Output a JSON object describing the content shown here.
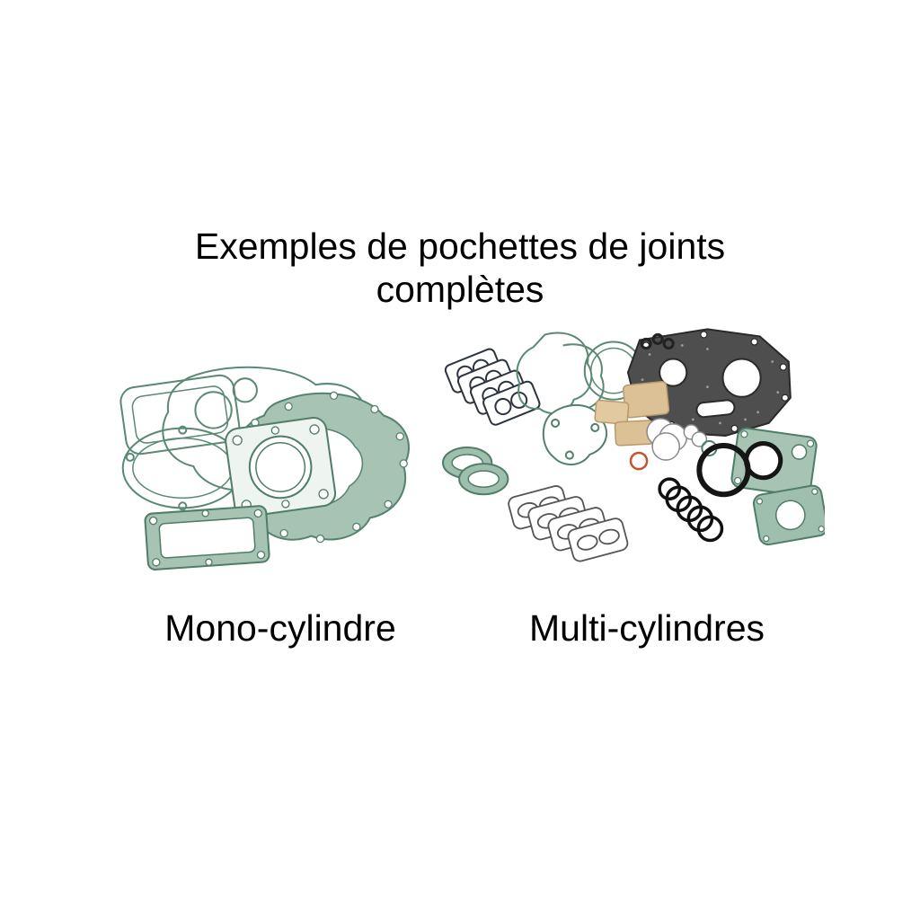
{
  "page": {
    "background": "#ffffff",
    "title_line1": "Exemples de pochettes de joints",
    "title_line2": "complètes",
    "captions": {
      "mono": "Mono-cylindre",
      "multi": "Multi-cylindres"
    },
    "colors": {
      "gasket_green_fill": "#a6c3b3",
      "gasket_green_line": "#4f7d68",
      "charcoal_gasket": "#4e4e4e",
      "paper_tan": "#dcc096",
      "oring_black": "#151515",
      "oring_orange": "#c4552e"
    }
  }
}
